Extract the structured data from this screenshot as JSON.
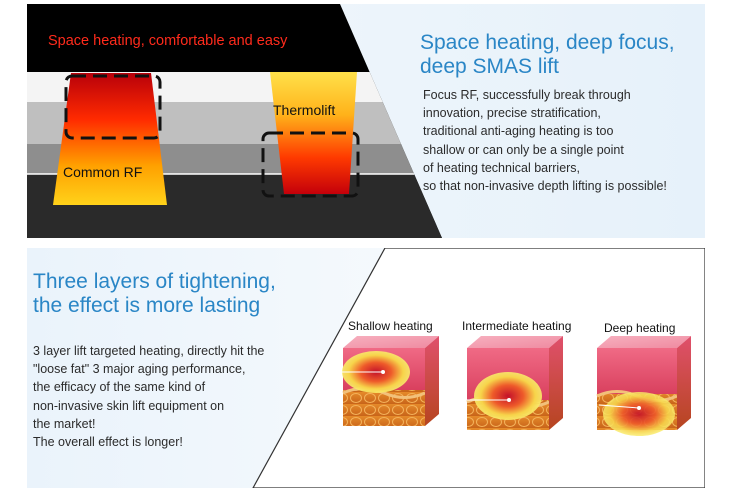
{
  "top": {
    "banner": "Space heating, comfortable and easy",
    "heading": "Space heating, deep focus,\ndeep SMAS lift",
    "body": "Focus RF, successfully break through\ninnovation, precise stratification,\ntraditional anti-aging heating is too\nshallow or can only be a single point\nof heating technical barriers,\nso that non-invasive depth lifting is possible!",
    "label_common": "Common RF",
    "label_thermo": "Thermolift"
  },
  "bottom": {
    "heading": "Three layers of tightening,\nthe effect is more lasting",
    "body": "3 layer lift targeted heating, directly hit the\n\"loose fat\" 3 major aging performance,\nthe efficacy of the same kind of\nnon-invasive skin lift equipment on\nthe market!\nThe overall effect is longer!",
    "cube_labels": [
      "Shallow heating",
      "Intermediate heating",
      "Deep heating"
    ]
  },
  "colors": {
    "heading_blue": "#2a86c6",
    "banner_red": "#ff2b1c"
  }
}
